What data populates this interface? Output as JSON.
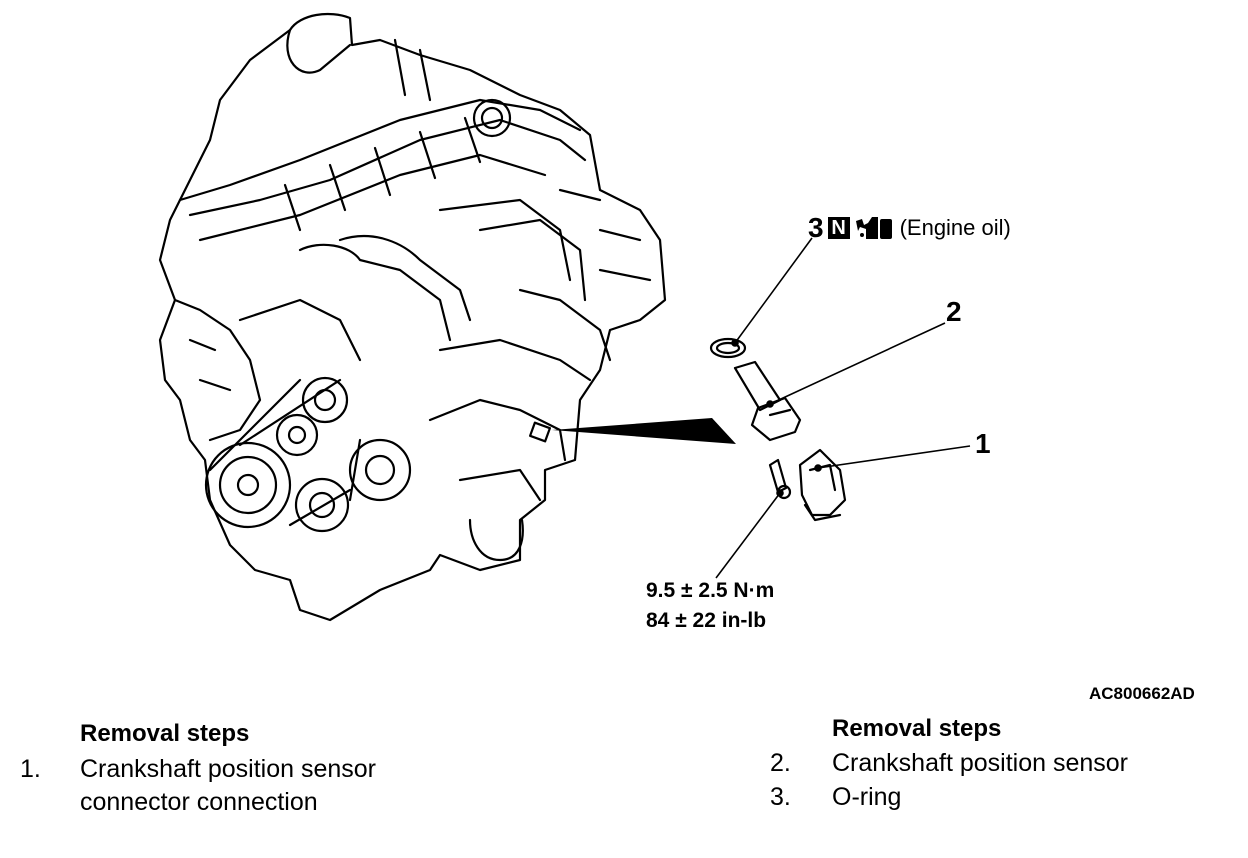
{
  "figure": {
    "callouts": {
      "c1": "1",
      "c2": "2",
      "c3": "3"
    },
    "oil": {
      "badge": "N",
      "text": "(Engine oil)",
      "icon": "oil-can-icon"
    },
    "torque": {
      "metric": "9.5 ± 2.5 N·m",
      "imperial": "84 ± 22 in-lb"
    },
    "code": "AC800662AD"
  },
  "left_steps": {
    "heading": "Removal steps",
    "items": [
      {
        "num": "1.",
        "line1": "Crankshaft position sensor",
        "line2": "connector connection"
      }
    ]
  },
  "right_steps": {
    "heading": "Removal steps",
    "items": [
      {
        "num": "2.",
        "text": "Crankshaft position sensor"
      },
      {
        "num": "3.",
        "text": "O-ring"
      }
    ]
  }
}
